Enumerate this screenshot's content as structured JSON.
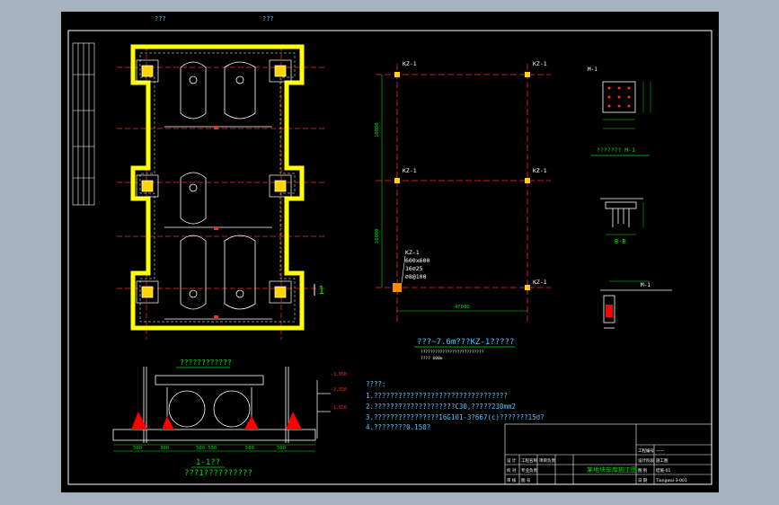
{
  "colors": {
    "background": "#a7b2bf",
    "paper": "#000000",
    "frame": "#ffffff",
    "wall": "#ffff00",
    "axis": "#ff2a2a",
    "dim": "#00e000",
    "note": "#4fc3ff",
    "column": "#ffd400",
    "accent_red": "#ff0000"
  },
  "top_marks": [
    "???",
    "???"
  ],
  "plan": {
    "section_mark": "1"
  },
  "section": {
    "top_label": "????????????",
    "cut_label": "1-1??",
    "caption": "???1??????????",
    "bottom_dims": [
      "500",
      "300",
      "500 500",
      "500",
      "500"
    ],
    "level_tags": [
      "-3.050",
      "-2.550",
      "-1.650"
    ]
  },
  "column_plan": {
    "labels": [
      {
        "text": "KZ-1"
      },
      {
        "text": "KZ-1"
      },
      {
        "text": "KZ-1"
      },
      {
        "text": "KZ-1"
      },
      {
        "text": "KZ-1"
      },
      {
        "text": "KZ-1"
      }
    ],
    "callout": [
      "KZ-1",
      "600x600",
      "16⌀25",
      "⌀8@100"
    ],
    "dim_left_upper": "10000",
    "dim_left_lower": "10000",
    "dim_bottom": "47000",
    "caption": "???~7.6m???KZ-1?????",
    "caption_sub1": "??????????????????????????",
    "caption_sub2": "???? 600m"
  },
  "details": {
    "m1_title": "M-1",
    "m1_label": "???????  M-1",
    "bb_label": "B-B",
    "m1_callout": "M-1"
  },
  "notes": {
    "heading": "????:",
    "lines": [
      "1.?????????????????????????????????",
      "2.????????????????????C30,?????230mm2",
      "3.????????????????16G101-3?667(c)???????15d?",
      "4.????????0.150?"
    ]
  },
  "title_block": {
    "drawing_name": "某地块车库施工图",
    "row_cells": [
      "设 计",
      "工程名称",
      "项目负责",
      "校 对",
      "专业负责",
      "审 核",
      "图 号"
    ],
    "right_cells": [
      "工程编号",
      "——",
      "设计阶段",
      "施工图",
      "图 别",
      "结施-01",
      "日 期",
      "Tiangwai-3-001"
    ]
  }
}
